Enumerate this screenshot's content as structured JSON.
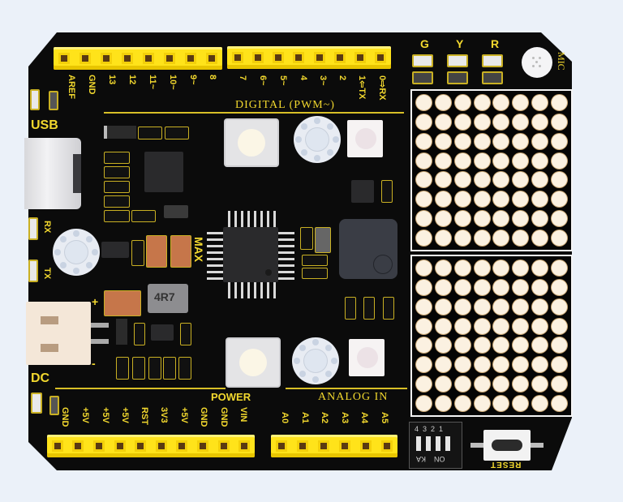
{
  "board": {
    "colors": {
      "pcb": "#0b0b0b",
      "silkscreen": "#f2d82e",
      "header": "#ffe31a",
      "background": "#ebf1f9",
      "led_dot": "#fbf1e1"
    },
    "top_left_header": {
      "pins": [
        "AREF",
        "GND",
        "13",
        "12",
        "11~",
        "10~",
        "9~",
        "8"
      ]
    },
    "top_right_header": {
      "pins": [
        "7",
        "6~",
        "5~",
        "4",
        "3~",
        "2",
        "1⇦TX",
        "0⇨RX"
      ]
    },
    "digital_label": "DIGITAL (PWM~)",
    "usb_label": "USB",
    "rx_label": "RX",
    "tx_label": "TX",
    "dc_label": "DC",
    "dc_plus": "+",
    "dc_minus": "-",
    "max_label": "MAX",
    "inductor_label": "4R7",
    "status_leds": [
      {
        "label": "G"
      },
      {
        "label": "Y"
      },
      {
        "label": "R"
      }
    ],
    "mic_label": "MIC",
    "power_label": "POWER",
    "power_header": {
      "pins": [
        "GND",
        "+5V",
        "+5V",
        "+5V",
        "RST",
        "3V3",
        "+5V",
        "GND",
        "GND",
        "VIN"
      ]
    },
    "analog_label": "ANALOG IN",
    "analog_header": {
      "pins": [
        "A0",
        "A1",
        "A2",
        "A3",
        "A4",
        "A5"
      ]
    },
    "dip_switch": {
      "numbers": [
        "4",
        "3",
        "2",
        "1"
      ],
      "on_label": "ON",
      "ka_label": "KA"
    },
    "reset_label": "RESET",
    "led_matrices": {
      "count": 2,
      "rows": 8,
      "cols": 8
    }
  }
}
